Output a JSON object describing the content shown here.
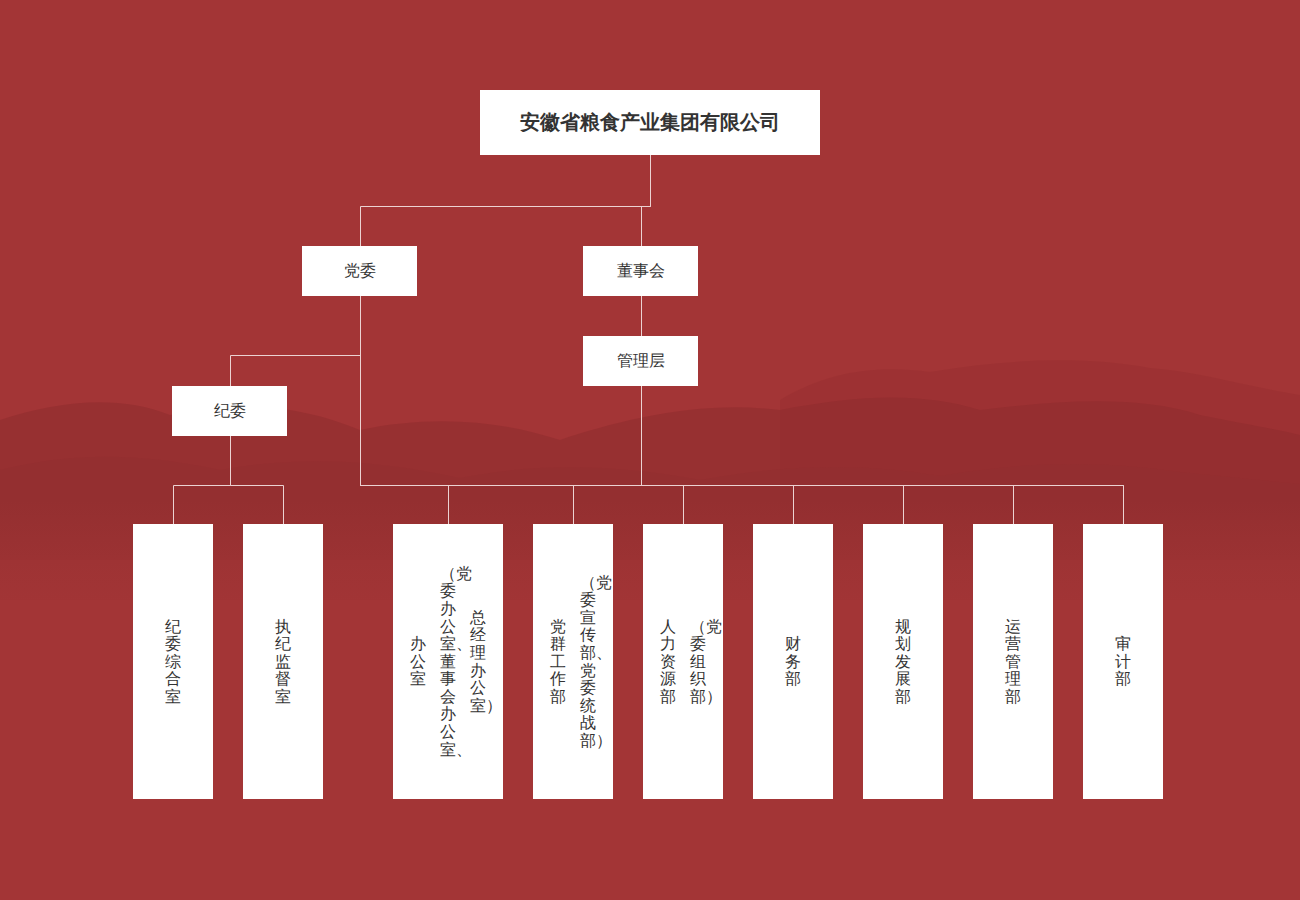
{
  "diagram": {
    "nodes": [
      {
        "text": [
          "安徽省粮食产业集团有限公司"
        ]
      },
      {
        "text": [
          "党委"
        ]
      },
      {
        "text": [
          "董事会"
        ]
      },
      {
        "text": [
          "管理层"
        ]
      },
      {
        "text": [
          "纪委"
        ]
      },
      {
        "text": [
          "纪委综合室"
        ]
      },
      {
        "text": [
          "执纪监督室"
        ]
      },
      {
        "text": [
          "办公室",
          "（党委办公室、董事会办公室、",
          "总经理办公室）"
        ]
      },
      {
        "text": [
          "党群工作部",
          "（党委宣传部、党委统战部）"
        ]
      },
      {
        "text": [
          "人力资源部",
          "（党委组织部）"
        ]
      },
      {
        "text": [
          "财务部"
        ]
      },
      {
        "text": [
          "规划发展部"
        ]
      },
      {
        "text": [
          "运营管理部"
        ]
      },
      {
        "text": [
          "审计部"
        ]
      }
    ],
    "edges": [
      {
        "from": 0,
        "to": 1,
        "arrow": "none"
      },
      {
        "from": 0,
        "to": 2,
        "arrow": "none"
      },
      {
        "from": 2,
        "to": 3,
        "arrow": "none"
      },
      {
        "from": 1,
        "to": 4,
        "arrow": "none"
      },
      {
        "from": 4,
        "to": 5,
        "arrow": "none"
      },
      {
        "from": 4,
        "to": 6,
        "arrow": "none"
      },
      {
        "from": 1,
        "to": 7,
        "arrow": "none"
      },
      {
        "from": 1,
        "to": 8,
        "arrow": "none"
      },
      {
        "from": 1,
        "to": 9,
        "arrow": "none"
      },
      {
        "from": 1,
        "to": 10,
        "arrow": "none"
      },
      {
        "from": 1,
        "to": 11,
        "arrow": "none"
      },
      {
        "from": 1,
        "to": 12,
        "arrow": "none"
      },
      {
        "from": 1,
        "to": 13,
        "arrow": "none"
      },
      {
        "from": 3,
        "to": 7,
        "arrow": "none"
      },
      {
        "from": 3,
        "to": 8,
        "arrow": "none"
      },
      {
        "from": 3,
        "to": 9,
        "arrow": "none"
      },
      {
        "from": 3,
        "to": 10,
        "arrow": "none"
      },
      {
        "from": 3,
        "to": 11,
        "arrow": "none"
      },
      {
        "from": 3,
        "to": 12,
        "arrow": "none"
      },
      {
        "from": 3,
        "to": 13,
        "arrow": "none"
      }
    ]
  }
}
